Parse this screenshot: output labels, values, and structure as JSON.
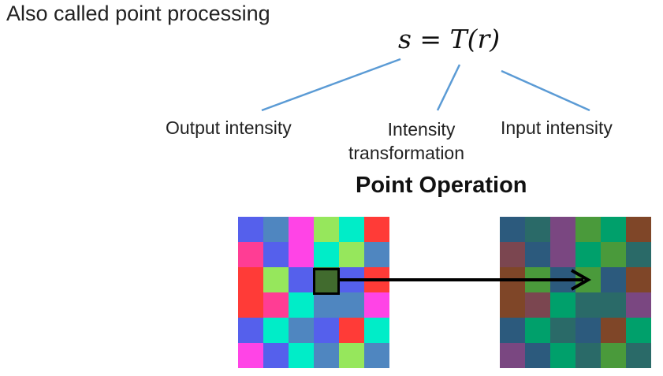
{
  "intro_text": "Also called point processing",
  "formula": "s = T(r)",
  "labels": {
    "output": "Output intensity",
    "transformation_line1": "Intensity",
    "transformation_line2": "transformation",
    "input": "Input intensity"
  },
  "title": "Point Operation",
  "colors": {
    "connector_line": "#5b9bd5",
    "arrow": "#000000",
    "highlight_fill": "#416b2e"
  },
  "input_grid": [
    [
      "#5560ec",
      "#4f86c0",
      "#ff44e6",
      "#96e75c",
      "#00edc8",
      "#ff3b37"
    ],
    [
      "#ff3d94",
      "#5560ec",
      "#ff44e6",
      "#00edc8",
      "#96e75c",
      "#4f86c0"
    ],
    [
      "#ff3b37",
      "#96e75c",
      "#5560ec",
      "#416b2e",
      "#5560ec",
      "#ff3b37"
    ],
    [
      "#ff3b37",
      "#ff3d94",
      "#00edc8",
      "#4f86c0",
      "#4f86c0",
      "#ff44e6"
    ],
    [
      "#5560ec",
      "#00edc8",
      "#4f86c0",
      "#5560ec",
      "#ff3b37",
      "#00edc8"
    ],
    [
      "#ff44e6",
      "#5560ec",
      "#00edc8",
      "#4f86c0",
      "#96e75c",
      "#4f86c0"
    ]
  ],
  "output_grid": [
    [
      "#2c5a7d",
      "#2a6a68",
      "#7a4781",
      "#4a9a3b",
      "#00a06b",
      "#7f4628"
    ],
    [
      "#7b4650",
      "#2c5a7d",
      "#7a4781",
      "#00a06b",
      "#4a9a3b",
      "#2a6a68"
    ],
    [
      "#7f4628",
      "#4a9a3b",
      "#2c5a7d",
      "#4a9a3b",
      "#2c5a7d",
      "#7f4628"
    ],
    [
      "#7f4628",
      "#7b4650",
      "#00a06b",
      "#2a6a68",
      "#2a6a68",
      "#7a4781"
    ],
    [
      "#2c5a7d",
      "#00a06b",
      "#2a6a68",
      "#2c5a7d",
      "#7f4628",
      "#00a06b"
    ],
    [
      "#7a4781",
      "#2c5a7d",
      "#00a06b",
      "#2a6a68",
      "#4a9a3b",
      "#2a6a68"
    ]
  ]
}
